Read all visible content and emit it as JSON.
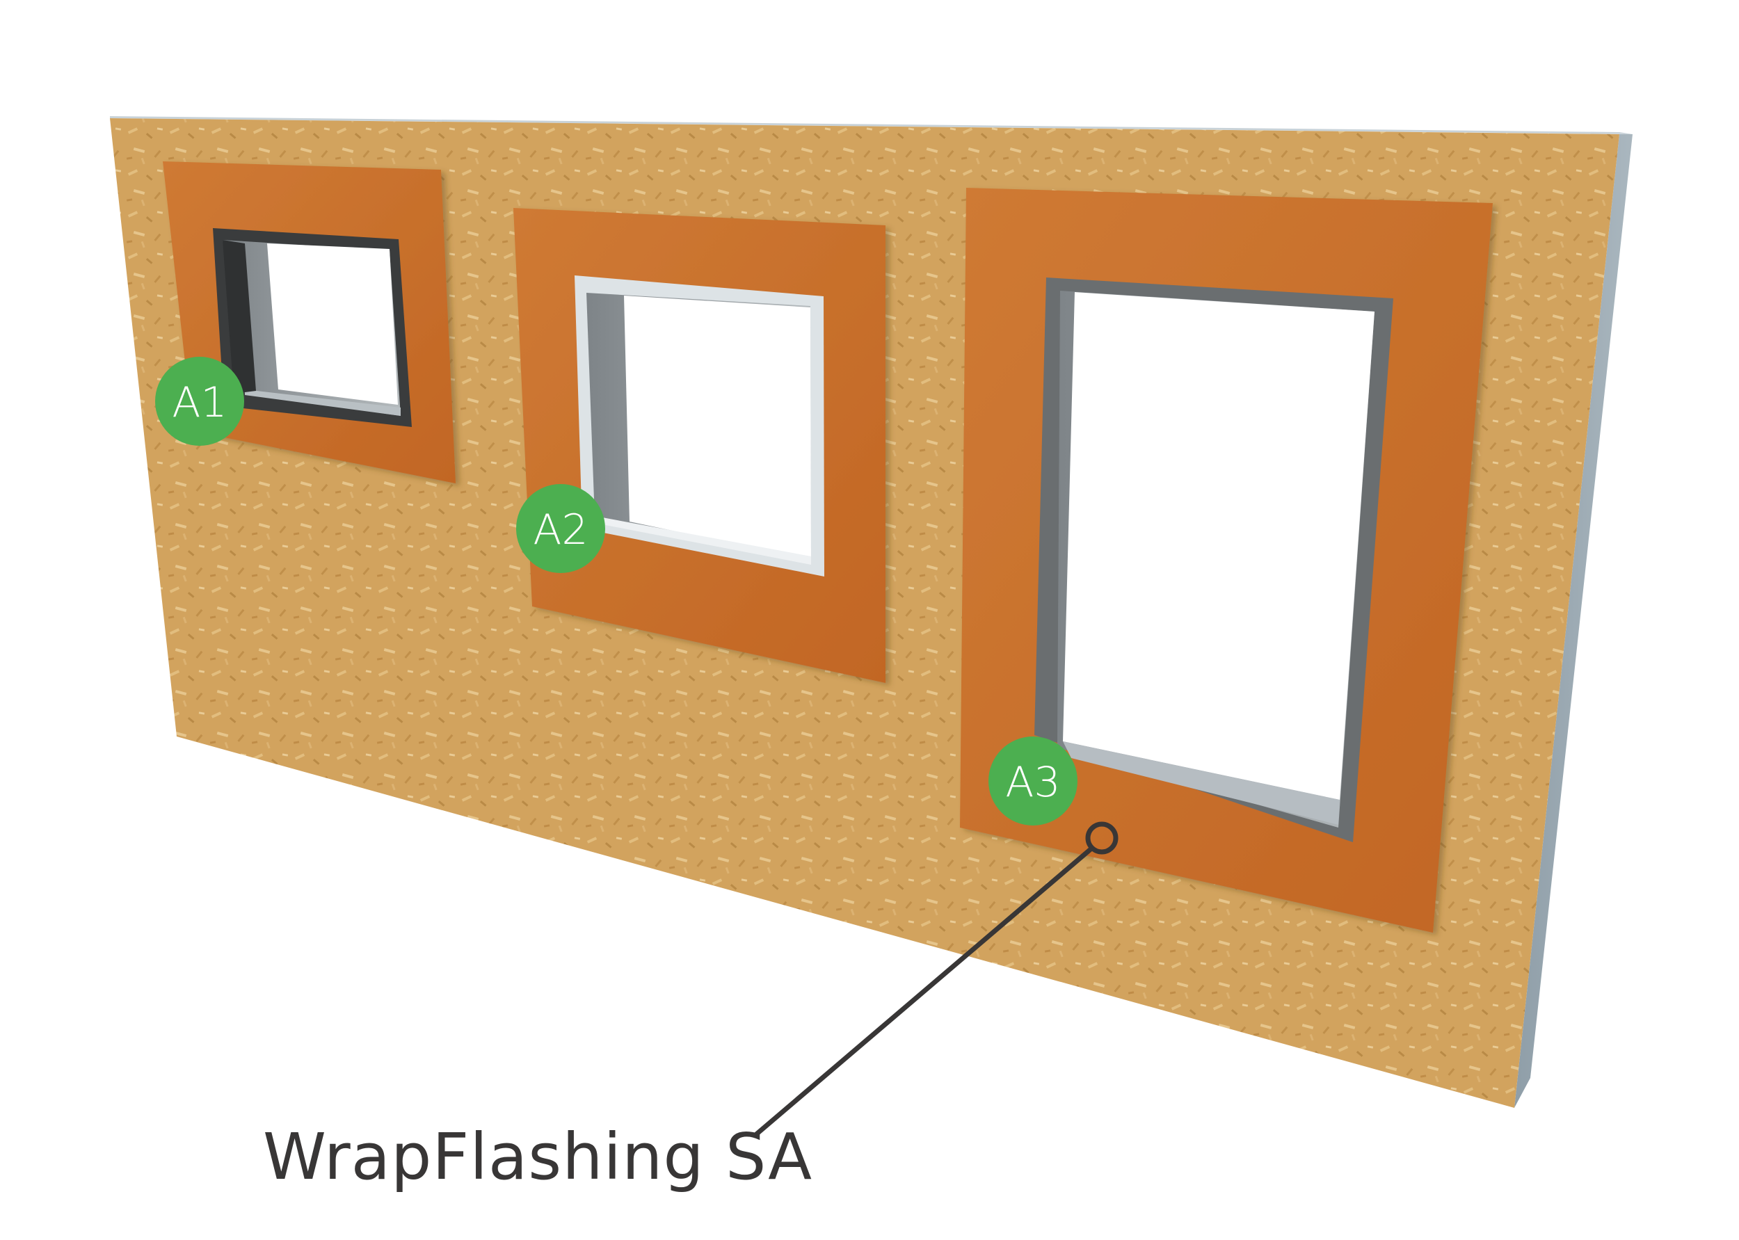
{
  "diagram": {
    "subject": "OSB wall panel with three flashed window openings",
    "colors": {
      "osb": "#d2a35e",
      "osb_dark": "#b98a46",
      "osb_edge": "#9aa9b3",
      "flashing": "#c9702a",
      "flashing_light": "#d4823c",
      "frame_dark": "#3a3c3d",
      "frame_light": "#dde3e6",
      "frame_grey": "#6a6e70",
      "reveal": "#9ea4a8",
      "badge": "#4caf50",
      "badge_text": "#ffffff",
      "leader": "#383636"
    },
    "openings": [
      {
        "id": "A1",
        "label": "A1",
        "frame_style": "dark"
      },
      {
        "id": "A2",
        "label": "A2",
        "frame_style": "light"
      },
      {
        "id": "A3",
        "label": "A3",
        "frame_style": "grey"
      }
    ],
    "callout": {
      "label": "WrapFlashing SA",
      "target": "A3 flashing"
    }
  }
}
